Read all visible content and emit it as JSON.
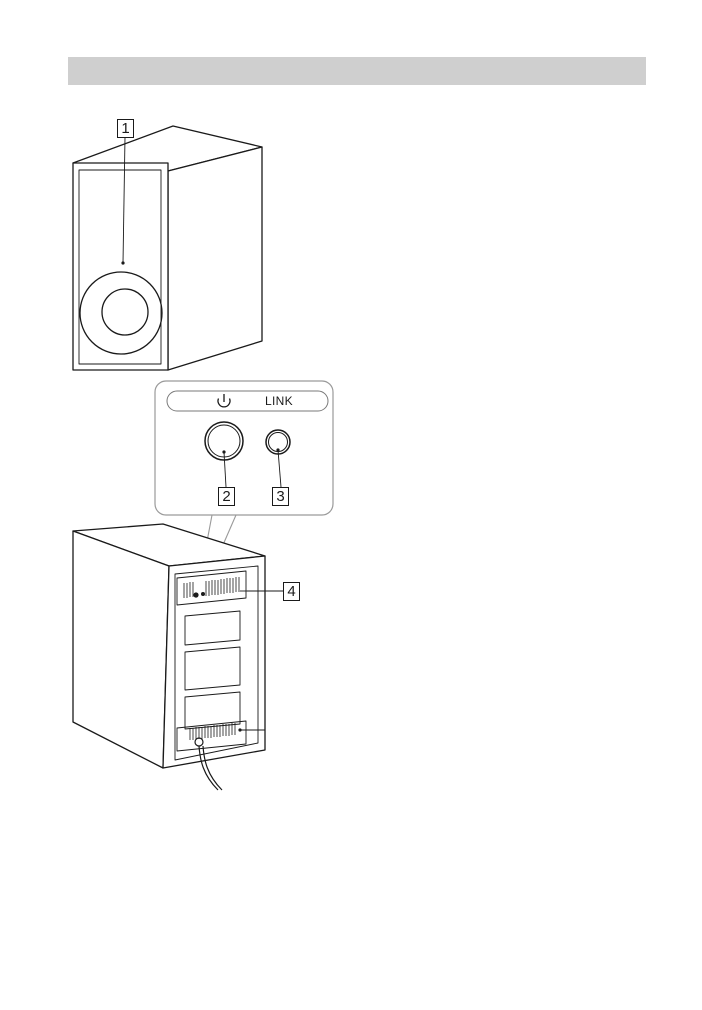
{
  "page": {
    "section_title": ""
  },
  "callouts": {
    "c1": "1",
    "c2": "2",
    "c3": "3",
    "c4": "4"
  },
  "panel": {
    "power_icon": "power-icon",
    "link_label": "LINK"
  },
  "colors": {
    "header_bar": "#cfcfcf",
    "line": "#1a1a1a",
    "panel_border": "#9a9a9a"
  }
}
